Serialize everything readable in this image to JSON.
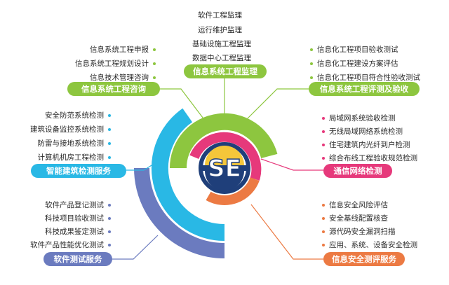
{
  "colors": {
    "green": "#8dc63f",
    "cyan": "#29b8e5",
    "blue": "#6b7bbf",
    "magenta": "#e6397b",
    "orange": "#ec7a43",
    "yellow": "#f4c63a",
    "navy": "#1f3f7a"
  },
  "logo": {
    "text": "SE"
  },
  "supervision": {
    "title": "信息系统工程监理",
    "items": [
      "软件工程监理",
      "运行维护监理",
      "基础设施工程监理",
      "数据中心工程监理"
    ]
  },
  "consulting": {
    "title": "信息系统工程咨询",
    "items": [
      "信息系统工程申报",
      "信息系统工程规划设计",
      "信息技术管理咨询"
    ]
  },
  "evaluation": {
    "title": "信息系统工程评测及验收",
    "items": [
      "信息化工程项目验收测试",
      "信息化工程建设方案评估",
      "信息化工程项目符合性验收测试"
    ]
  },
  "building": {
    "title": "智能建筑检测服务",
    "items": [
      "安全防范系统检测",
      "建筑设备监控系统检测",
      "防雷与接地系统检测",
      "计算机机房工程检测"
    ]
  },
  "network": {
    "title": "通信网络检测",
    "items": [
      "局域网系统验收检测",
      "无线局域网络系统检测",
      "住宅建筑内光纤到户检测",
      "综合布线工程验收规范检测"
    ]
  },
  "software": {
    "title": "软件测试服务",
    "items": [
      "软件产品登记测试",
      "科技项目验收测试",
      "科技成果鉴定测试",
      "软件产品性能优化测试"
    ]
  },
  "security": {
    "title": "信息安全测评服务",
    "items": [
      "信息安全风险评估",
      "安全基线配置核查",
      "源代码安全漏洞扫描",
      "应用、系统、设备安全检测"
    ]
  }
}
